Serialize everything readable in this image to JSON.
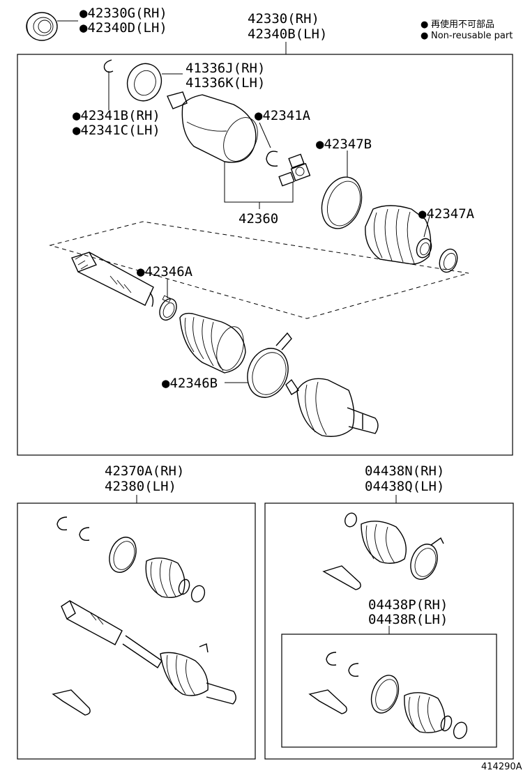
{
  "legend": {
    "marker": "●",
    "line1": "再使用不可部品",
    "line2": "Non-reusable part"
  },
  "labels": {
    "seal_rh": "●42330G(RH)",
    "seal_lh": "●42340D(LH)",
    "main_rh": "42330(RH)",
    "main_lh": "42340B(LH)",
    "dust_rh": "41336J(RH)",
    "dust_lh": "41336K(LH)",
    "snap_rh": "●42341B(RH)",
    "snap_lh": "●42341C(LH)",
    "snap_a": "●42341A",
    "band_47b": "●42347B",
    "housing": "42360",
    "band_47a": "●42347A",
    "clamp_46a": "●42346A",
    "band_46b": "●42346B",
    "boot_kit_rh": "42370A(RH)",
    "boot_kit_lh": "42380(LH)",
    "kit_n_rh": "04438N(RH)",
    "kit_q_lh": "04438Q(LH)",
    "kit_p_rh": "04438P(RH)",
    "kit_r_lh": "04438R(LH)",
    "illustration_id": "414290A"
  }
}
